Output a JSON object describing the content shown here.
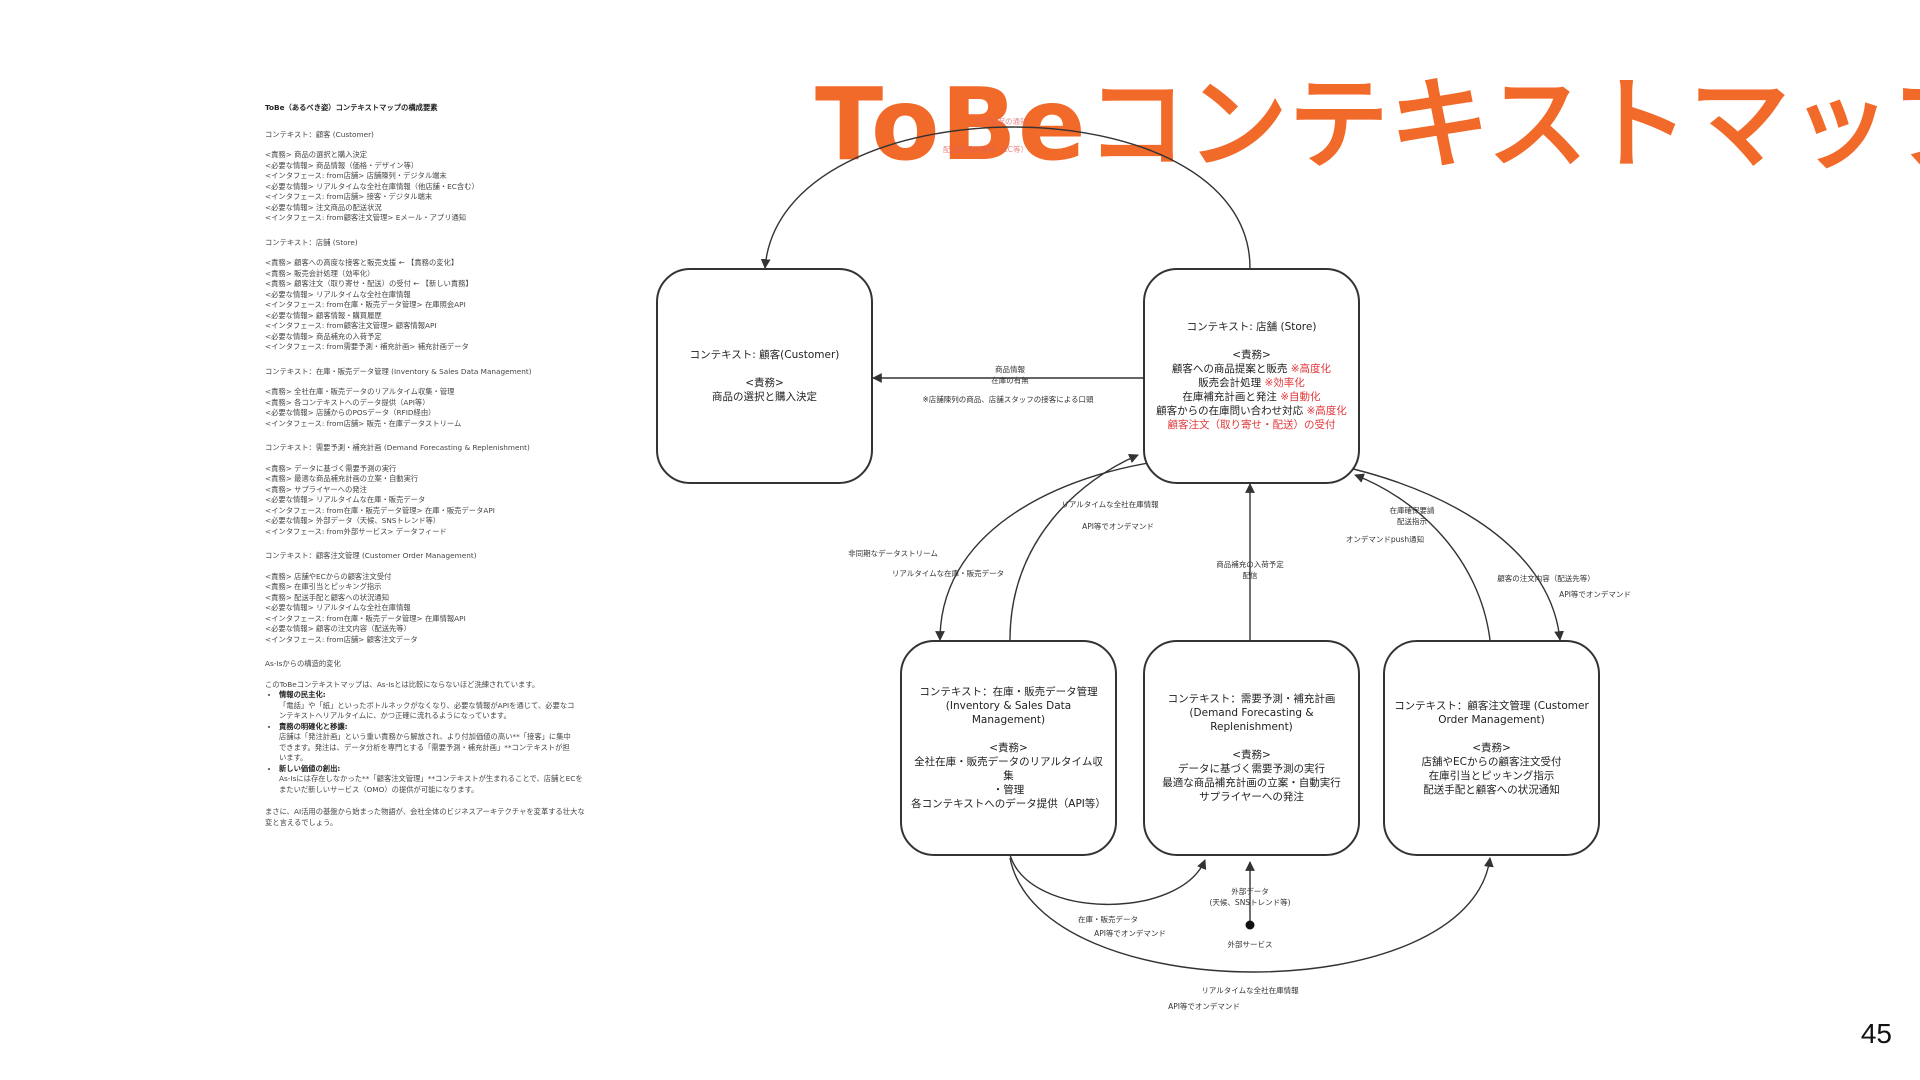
{
  "slide": {
    "title": "ToBeコンテキストマップ",
    "page_number": "45"
  },
  "document": {
    "title": "ToBe（あるべき姿）コンテキストマップの構成要素",
    "sections": [
      {
        "heading": "コンテキスト：顧客 (Customer)",
        "lines": [
          "<責務> 商品の選択と購入決定",
          "<必要な情報> 商品情報（価格・デザイン等）",
          "<インタフェース: from店舗> 店舗陳列・デジタル端末",
          "<必要な情報> リアルタイムな全社在庫情報（他店舗・EC含む）",
          "<インタフェース: from店舗> 接客・デジタル端末",
          "<必要な情報> 注文商品の配送状況",
          "<インタフェース: from顧客注文管理> Eメール・アプリ通知"
        ]
      },
      {
        "heading": "コンテキスト：店舗 (Store)",
        "lines": [
          "<責務> 顧客への高度な接客と販売支援 ← 【責務の変化】",
          "<責務> 販売会計処理（効率化）",
          "<責務> 顧客注文（取り寄せ・配送）の受付 ← 【新しい責務】",
          "<必要な情報> リアルタイムな全社在庫情報",
          "<インタフェース: from在庫・販売データ管理> 在庫照会API",
          "<必要な情報> 顧客情報・購買履歴",
          "<インタフェース: from顧客注文管理> 顧客情報API",
          "<必要な情報> 商品補充の入荷予定",
          "<インタフェース: from需要予測・補充計画> 補充計画データ"
        ]
      },
      {
        "heading": "コンテキスト：在庫・販売データ管理 (Inventory & Sales Data Management)",
        "lines": [
          "<責務> 全社在庫・販売データのリアルタイム収集・管理",
          "<責務> 各コンテキストへのデータ提供（API等）",
          "<必要な情報> 店舗からのPOSデータ（RFID経由）",
          "<インタフェース: from店舗> 販売・在庫データストリーム"
        ]
      },
      {
        "heading": "コンテキスト：需要予測・補充計画 (Demand Forecasting & Replenishment)",
        "lines": [
          "<責務> データに基づく需要予測の実行",
          "<責務> 最適な商品補充計画の立案・自動実行",
          "<責務> サプライヤーへの発注",
          "<必要な情報> リアルタイムな在庫・販売データ",
          "<インタフェース: from在庫・販売データ管理> 在庫・販売データAPI",
          "<必要な情報> 外部データ（天候、SNSトレンド等）",
          "<インタフェース: from外部サービス> データフィード"
        ]
      },
      {
        "heading": "コンテキスト：顧客注文管理 (Customer Order Management)",
        "lines": [
          "<責務> 店舗やECからの顧客注文受付",
          "<責務> 在庫引当とピッキング指示",
          "<責務> 配送手配と顧客への状況通知",
          "<必要な情報> リアルタイムな全社在庫情報",
          "<インタフェース: from在庫・販売データ管理> 在庫情報API",
          "<必要な情報> 顧客の注文内容（配送先等）",
          "<インタフェース: from店舗> 顧客注文データ"
        ]
      }
    ],
    "asis_heading": "As-Isからの構造的変化",
    "asis_intro": "このToBeコンテキストマップは、As-Isとは比較にならないほど洗練されています。",
    "bullets": [
      {
        "head": "情報の民主化:",
        "lines": [
          "「電話」や「紙」といったボトルネックがなくなり、必要な情報がAPIを通じて、必要なコ",
          "ンテキストへリアルタイムに、かつ正確に流れるようになっています。"
        ]
      },
      {
        "head": "責務の明確化と移譲:",
        "lines": [
          "店舗は「発注計画」という重い責務から解放され、より付加価値の高い**「接客」に集中",
          "できます。発注は、データ分析を専門とする「需要予測・補充計画」**コンテキストが担",
          "います。"
        ]
      },
      {
        "head": "新しい価値の創出:",
        "lines": [
          "As-Isには存在しなかった**「顧客注文管理」**コンテキストが生まれることで、店舗とECを",
          "またいだ新しいサービス（OMO）の提供が可能になります。"
        ]
      }
    ],
    "closing_lines": [
      "まさに、AI活用の基盤から始まった物語が、会社全体のビジネスアーキテクチャを変革する壮大な",
      "変と言えるでしょう。"
    ]
  },
  "diagram": {
    "contexts": {
      "customer": {
        "name": "コンテキスト: 顧客(Customer)",
        "role_label": "<責務>",
        "duties": [
          "商品の選択と購入決定"
        ]
      },
      "store": {
        "name": "コンテキスト: 店舗 (Store)",
        "role_label": "<責務>",
        "duties": [
          {
            "text": "顧客への商品提案と販売",
            "note": " ※高度化"
          },
          {
            "text": "販売会計処理",
            "note": " ※効率化"
          },
          {
            "text": "在庫補充計画と発注",
            "note": " ※自動化"
          },
          {
            "text": "顧客からの在庫問い合わせ対応",
            "note": " ※高度化"
          },
          {
            "text": "",
            "note": "顧客注文（取り寄せ・配送）の受付"
          }
        ]
      },
      "inventory": {
        "name_lines": [
          "コンテキスト：在庫・販売データ管理",
          "(Inventory & Sales Data Management)"
        ],
        "role_label": "<責務>",
        "duties": [
          "全社在庫・販売データのリアルタイム収集",
          "・管理",
          "各コンテキストへのデータ提供（API等）"
        ]
      },
      "demand": {
        "name_lines": [
          "コンテキスト：需要予測・補充計画",
          "(Demand Forecasting & Replenishment)"
        ],
        "role_label": "<責務>",
        "duties": [
          "データに基づく需要予測の実行",
          "最適な商品補充計画の立案・自動実行",
          "サプライヤーへの発注"
        ]
      },
      "order": {
        "name_lines": [
          "コンテキスト：顧客注文管理 (Customer",
          "Order Management)"
        ],
        "role_label": "<責務>",
        "duties": [
          "店舗やECからの顧客注文受付",
          "在庫引当とピッキング指示",
          "配送手配と顧客への状況通知"
        ]
      }
    },
    "edge_labels": {
      "store_to_customer": [
        "商品情報",
        "在庫の有無"
      ],
      "store_to_customer_sub": "※店舗陳列の商品、店舗スタッフの接客による口頭",
      "top_faint_1": "注文状況の通知",
      "top_faint_2": "配送状況の通知（EC等）",
      "inventory_to_store": [
        "リアルタイムな全社在庫情報"
      ],
      "inventory_to_store_sub": "API等でオンデマンド",
      "store_to_inventory_1": "非同期なデータストリーム",
      "store_to_inventory_2": "リアルタイムな在庫・販売データ",
      "demand_to_store": [
        "商品補充の入荷予定",
        "配信"
      ],
      "order_to_store": [
        "在庫確保要請",
        "配送指示"
      ],
      "order_to_store_sub": "オンデマンドpush通知",
      "store_to_order": "顧客の注文内容（配送先等）",
      "store_to_order_sub": "API等でオンデマンド",
      "inventory_to_demand": "在庫・販売データ",
      "inventory_to_demand_sub": "API等でオンデマンド",
      "external_data": [
        "外部データ",
        "(天候、SNSトレンド等)"
      ],
      "external_service": "外部サービス",
      "inventory_to_order": "リアルタイムな全社在庫情報",
      "inventory_to_order_sub": "API等でオンデマンド"
    }
  },
  "colors": {
    "title": "#f26a2a",
    "note_red": "#e0383b",
    "line": "#333333"
  }
}
